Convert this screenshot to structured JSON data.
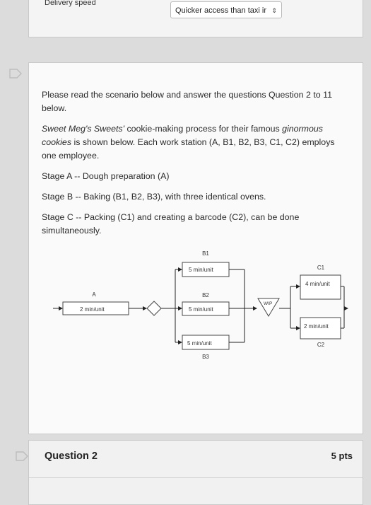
{
  "top": {
    "delivery_label": "Delivery speed",
    "select_value": "Quicker access than taxi ir",
    "select_arrow": "⇕"
  },
  "scenario": {
    "intro": "Please read the scenario below and answer the questions Question 2 to 11 below.",
    "desc_part1": "Sweet Meg's Sweets'",
    "desc_part2": " cookie-making process for their famous ",
    "desc_part3": "ginormous cookies",
    "desc_part4": " is shown below. Each work station (A, B1, B2, B3, C1, C2) employs one employee.",
    "stage_a": "Stage A -- Dough preparation (A)",
    "stage_b": "Stage B -- Baking (B1, B2, B3), with three identical ovens.",
    "stage_c": "Stage C -- Packing (C1) and creating a barcode (C2), can be done simultaneously."
  },
  "diagram": {
    "a_label": "A",
    "a_time": "2 min/unit",
    "b1_label": "B1",
    "b1_time": "5 min/unit",
    "b2_label": "B2",
    "b2_time": "5 min/unit",
    "b3_label": "B3",
    "b3_time": "5 min/unit",
    "wip_label": "WIP",
    "c1_label": "C1",
    "c1_time": "4 min/unit",
    "c2_label": "C2",
    "c2_time": "2 min/unit"
  },
  "question": {
    "title": "Question 2",
    "points": "5 pts"
  },
  "colors": {
    "flag": "#bfbfbf"
  }
}
